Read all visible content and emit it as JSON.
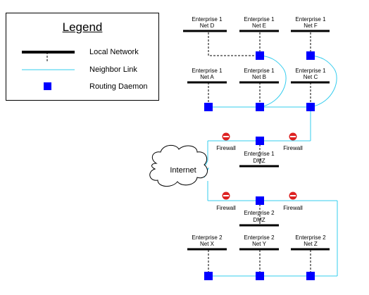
{
  "legend": {
    "title": "Legend",
    "items": [
      "Local Network",
      "Neighbor Link",
      "Routing Daemon"
    ]
  },
  "colors": {
    "neighbor_link": "#33ccee",
    "daemon": "#0000ff",
    "network": "#000000",
    "firewall": "#dd2222"
  },
  "networks": {
    "d": {
      "line1": "Enterprise 1",
      "line2": "Net D"
    },
    "e": {
      "line1": "Enterprise 1",
      "line2": "Net E"
    },
    "f": {
      "line1": "Enterprise 1",
      "line2": "Net F"
    },
    "a": {
      "line1": "Enterprise 1",
      "line2": "Net A"
    },
    "b": {
      "line1": "Enterprise 1",
      "line2": "Net B"
    },
    "c": {
      "line1": "Enterprise 1",
      "line2": "Net C"
    },
    "dmz1": {
      "line1": "Enterprise 1",
      "line2": "DMZ"
    },
    "dmz2": {
      "line1": "Enterprise 2",
      "line2": "DMZ"
    },
    "x": {
      "line1": "Enterprise 2",
      "line2": "Net X"
    },
    "y": {
      "line1": "Enterprise 2",
      "line2": "Net Y"
    },
    "z": {
      "line1": "Enterprise 2",
      "line2": "Net Z"
    }
  },
  "firewall_label": "Firewall",
  "cloud_label": "Internet"
}
